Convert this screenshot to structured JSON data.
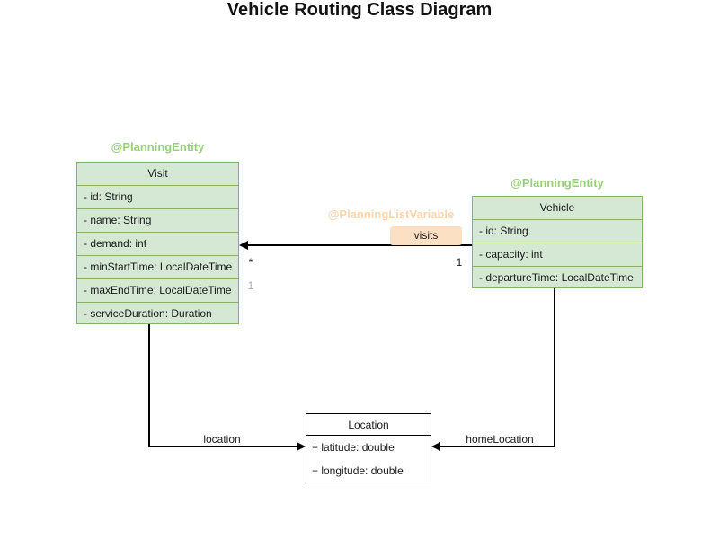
{
  "title": "Vehicle Routing Class Diagram",
  "nodes": {
    "visit": {
      "annotation": "@PlanningEntity",
      "name": "Visit",
      "attributes": [
        "- id: String",
        "- name: String",
        "- demand: int",
        "- minStartTime: LocalDateTime",
        "- maxEndTime: LocalDateTime",
        "- serviceDuration: Duration"
      ]
    },
    "vehicle": {
      "annotation": "@PlanningEntity",
      "name": "Vehicle",
      "attributes": [
        "- id: String",
        "- capacity: int",
        "- departureTime: LocalDateTime"
      ]
    },
    "location": {
      "name": "Location",
      "attributes": [
        "+ latitude: double",
        "+ longitude: double"
      ]
    }
  },
  "edges": {
    "visits": {
      "annotation": "@PlanningListVariable",
      "label": "visits",
      "multiplicity_at_visit": "*",
      "multiplicity_at_visit_secondary": "1",
      "multiplicity_at_vehicle": "1"
    },
    "location": {
      "label": "location"
    },
    "home_location": {
      "label": "homeLocation"
    }
  },
  "colors": {
    "class_fill": "#d5e8d4",
    "class_border": "#82b366",
    "entity_annotation_text": "#97d077",
    "list_variable_annotation_text": "#fbd6ad",
    "visits_label_bg": "#fce0c4",
    "secondary_multiplicity_text": "#b29fcb",
    "line": "#000000"
  }
}
